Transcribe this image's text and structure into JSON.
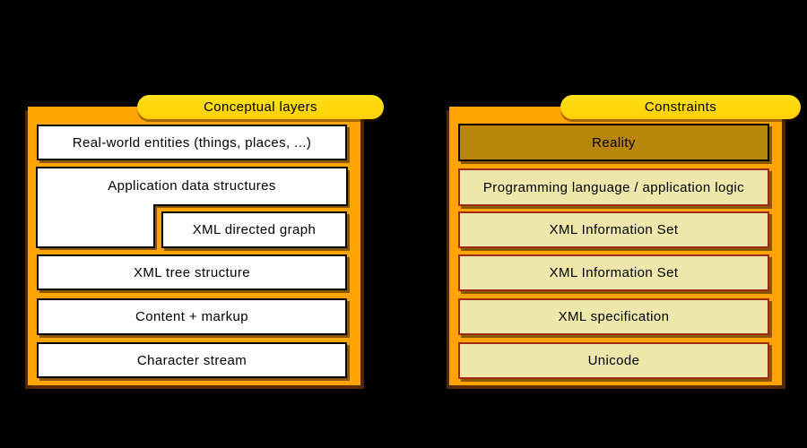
{
  "colors": {
    "background": "#000000",
    "panel_orange": "#FFA400",
    "pill_yellow": "#FFD800",
    "box_white_fill": "#FFFFFF",
    "box_dark_gold_fill": "#B8860B",
    "box_pale_yellow_fill": "#EDE7AC",
    "box_pale_border_red": "#9E2B17",
    "box_black_border": "#000000"
  },
  "left": {
    "pill_label": "Conceptual layers",
    "boxes": [
      {
        "label": "Real-world entities (things, places, ...)"
      },
      {
        "label": "Application data structures"
      },
      {
        "label": "XML directed graph"
      },
      {
        "label": "XML tree structure"
      },
      {
        "label": "Content + markup"
      },
      {
        "label": "Character stream"
      }
    ]
  },
  "right": {
    "pill_label": "Constraints",
    "boxes": [
      {
        "label": "Reality"
      },
      {
        "label": "Programming language / application logic"
      },
      {
        "label": "XML Information Set"
      },
      {
        "label": "XML Information Set"
      },
      {
        "label": "XML specification"
      },
      {
        "label": "Unicode"
      }
    ]
  }
}
